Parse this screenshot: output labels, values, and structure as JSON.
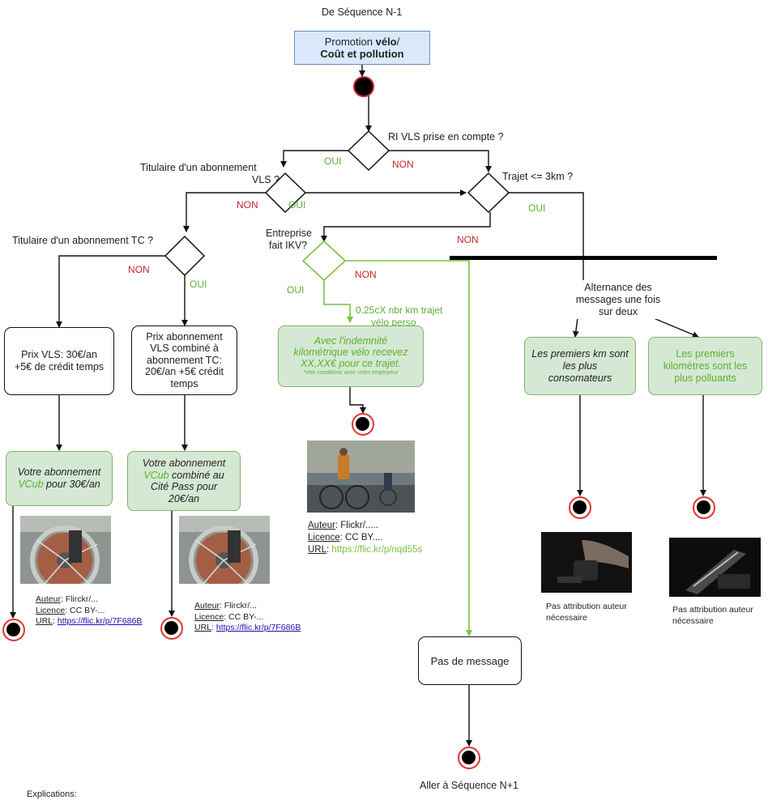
{
  "header": {
    "prev_sequence": "De Séquence N-1",
    "next_sequence": "Aller à Séquence N+1"
  },
  "start_box": {
    "line1_prefix": "Promotion ",
    "line1_bold": "vélo",
    "line1_suffix": "/",
    "line2": "Coût et pollution"
  },
  "decisions": {
    "ri_vls": "RI VLS prise en compte ?",
    "vls_sub_l1": "Titulaire d'un abonnement",
    "vls_sub_l2": "VLS ?",
    "trajet": "Trajet <= 3km ?",
    "tc_sub": "Titulaire d'un abonnement TC ?",
    "ikv_l1": "Entreprise",
    "ikv_l2": "fait IKV?"
  },
  "branch_labels": {
    "oui": "OUI",
    "non": "NON"
  },
  "ikv_edge_l1": "0.25cX nbr km trajet",
  "ikv_edge_l2": "vélo perso",
  "alternance": {
    "l1": "Alternance des",
    "l2": "messages une fois",
    "l3": "sur deux"
  },
  "boxes": {
    "prix_vls": {
      "l1": "Prix VLS: 30€/an",
      "l2": "+5€ de crédit temps"
    },
    "prix_combo": {
      "l1": "Prix abonnement",
      "l2": "VLS combiné à",
      "l3": "abonnement TC:",
      "l4": "20€/an +5€ crédit",
      "l5": "temps"
    },
    "msg_vcub30": {
      "l1": "Votre abonnement",
      "l2_green": "VCub",
      "l2_rest": " pour 30€/an"
    },
    "msg_vcub20": {
      "l1": "Votre abonnement",
      "l2_green": "VCub",
      "l2_rest": " combiné au",
      "l3": "Cité Pass pour",
      "l4": "20€/an"
    },
    "msg_ikv": {
      "l1": "Avec l'indemnité",
      "l2": "kilométrique vélo recevez",
      "l3": "XX,XX€ pour ce trajet.",
      "note": "*Voir conditions avec votre employeur"
    },
    "msg_premiers_km": {
      "l1": "Les premiers km sont",
      "l2": "les plus",
      "l3": "consomateurs"
    },
    "msg_polluants": {
      "l1": "Les premiers",
      "l2": "kilomètres sont les",
      "l3": "plus polluants"
    },
    "pas_message": "Pas de message"
  },
  "credits": {
    "author_label": "Auteur",
    "licence_label": "Licence",
    "url_label": "URL",
    "vcub1": {
      "author": ": Flirckr/...",
      "licence": ": CC BY-...",
      "url": "https://flic.kr/p/7F686B"
    },
    "vcub2": {
      "author": ": Flirckr/...",
      "licence": ": CC BY-...",
      "url": "https://flic.kr/p/7F686B"
    },
    "ikv": {
      "author": ": Flickr/.....",
      "licence": ": CC BY....",
      "url": "https://flic.kr/p/nqd55s"
    },
    "no_attrib_1": {
      "l1": "Pas attribution auteur",
      "l2": "nécessaire"
    },
    "no_attrib_2": {
      "l1": "Pas attribution auteur",
      "l2": "nécessaire"
    }
  },
  "footer": {
    "explications": "Explications:"
  },
  "colors": {
    "start_fill": "#dae8fc",
    "start_stroke": "#6c8ebf",
    "green_fill": "#d5e8d4",
    "green_stroke": "#82b366",
    "green_line": "#7ac143",
    "red_text": "#c62828",
    "green_text": "#5bb12f",
    "final_ring": "#e3342f"
  }
}
